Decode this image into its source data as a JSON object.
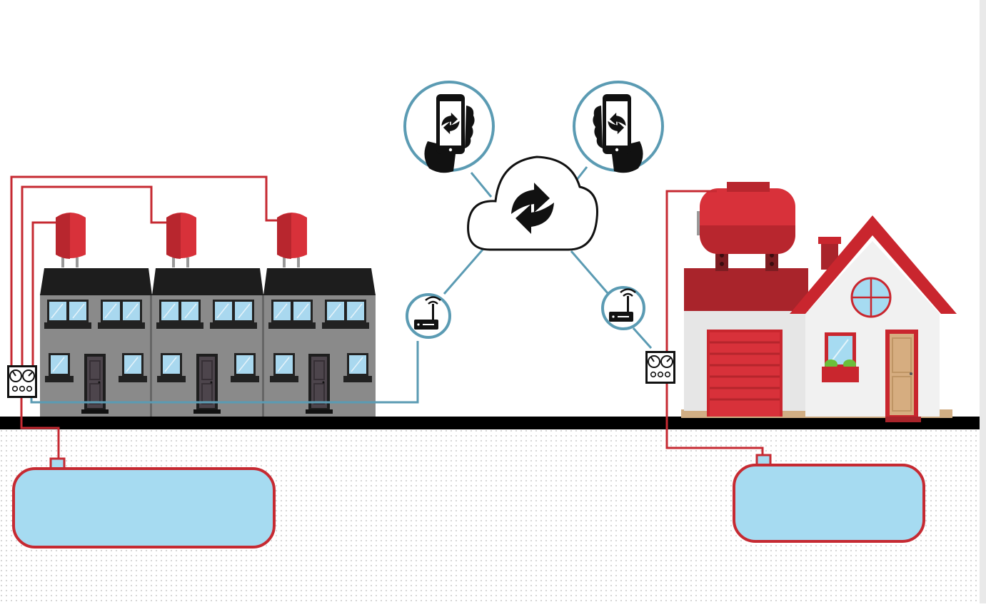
{
  "diagram": {
    "kind": "smart-tank-monitoring-scene",
    "colors": {
      "pipe_red": "#c62a32",
      "tank_red": "#d8313a",
      "tank_red_dark": "#a9242b",
      "signal_blue": "#5b9bb3",
      "water_tank_fill": "#a6dbf1",
      "ground_black": "#000000",
      "soil_dot": "#b9b9b9",
      "terrace_wall": "#8a8a8a",
      "terrace_roof": "#1d1d1d",
      "house_wall": "#f1f1f1",
      "house_roof": "#c9262e"
    },
    "icons": [
      "sync-cloud-icon",
      "smartphone-hand-left-icon",
      "smartphone-hand-right-icon",
      "router-left-icon",
      "router-right-icon",
      "gauge-panel-left-icon",
      "gauge-panel-right-icon"
    ],
    "nodes": {
      "cloud": "cloud-sync",
      "phones": [
        "phone-left",
        "phone-right"
      ],
      "routers": [
        "router-left",
        "router-right"
      ],
      "monitors": [
        "monitor-left",
        "monitor-right"
      ],
      "rooftop_tanks": [
        "roof-tank-1",
        "roof-tank-2",
        "roof-tank-3",
        "house-roof-tank"
      ],
      "underground_tanks": [
        "underground-tank-left",
        "underground-tank-right"
      ]
    }
  }
}
